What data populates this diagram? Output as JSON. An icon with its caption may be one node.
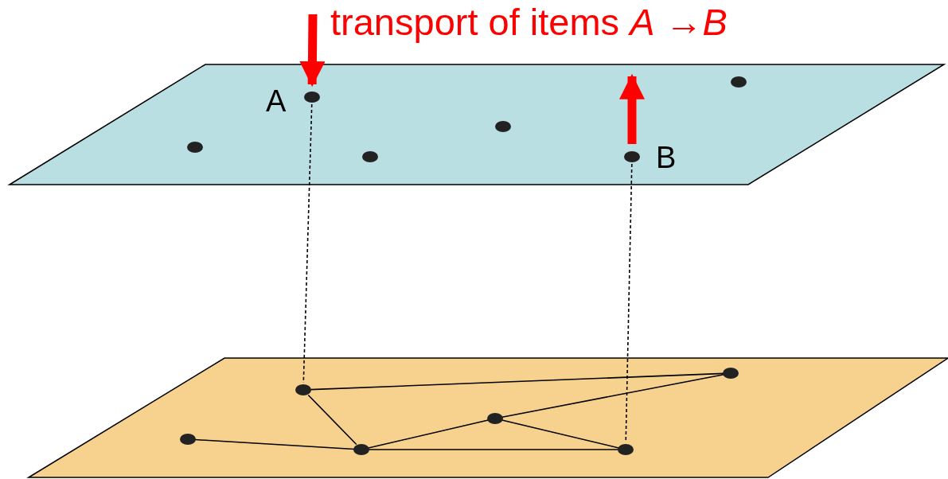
{
  "diagram": {
    "title": "transport of items *A* →*B*",
    "nodes": [
      {
        "text": [],
        "shape": "parallelogram"
      },
      {
        "text": [],
        "shape": "circle",
        "in": 0
      },
      {
        "text": [],
        "shape": "circle",
        "in": 0,
        "beside": [
          "A"
        ]
      },
      {
        "text": [],
        "shape": "circle",
        "in": 0
      },
      {
        "text": [],
        "shape": "circle",
        "in": 0
      },
      {
        "text": [],
        "shape": "circle",
        "in": 0,
        "beside": [
          "B"
        ]
      },
      {
        "text": [],
        "shape": "circle",
        "in": 0
      },
      {
        "text": [],
        "shape": "parallelogram"
      },
      {
        "text": [],
        "shape": "circle",
        "in": 7
      },
      {
        "text": [],
        "shape": "circle",
        "in": 7
      },
      {
        "text": [],
        "shape": "circle",
        "in": 7
      },
      {
        "text": [],
        "shape": "circle",
        "in": 7
      },
      {
        "text": [],
        "shape": "circle",
        "in": 7
      },
      {
        "text": [],
        "shape": "circle",
        "in": 7
      }
    ],
    "edges": [
      {
        "from": 2,
        "to": 9,
        "arrow": "none",
        "style": "dashed"
      },
      {
        "from": 5,
        "to": 12,
        "arrow": "none",
        "style": "dashed"
      },
      {
        "from": 9,
        "to": 13,
        "arrow": "none"
      },
      {
        "from": 9,
        "to": 10,
        "arrow": "none"
      },
      {
        "from": 8,
        "to": 10,
        "arrow": "none"
      },
      {
        "from": 10,
        "to": 11,
        "arrow": "none"
      },
      {
        "from": 10,
        "to": 12,
        "arrow": "none"
      },
      {
        "from": 11,
        "to": 13,
        "arrow": "none"
      },
      {
        "from": 11,
        "to": 12,
        "arrow": "none"
      },
      {
        "from": null,
        "to": 2,
        "arrow": "to",
        "style": "thick",
        "color": "#ff0000"
      },
      {
        "from": 5,
        "to": null,
        "arrow": "to",
        "style": "thick",
        "color": "#ff0000"
      }
    ]
  }
}
